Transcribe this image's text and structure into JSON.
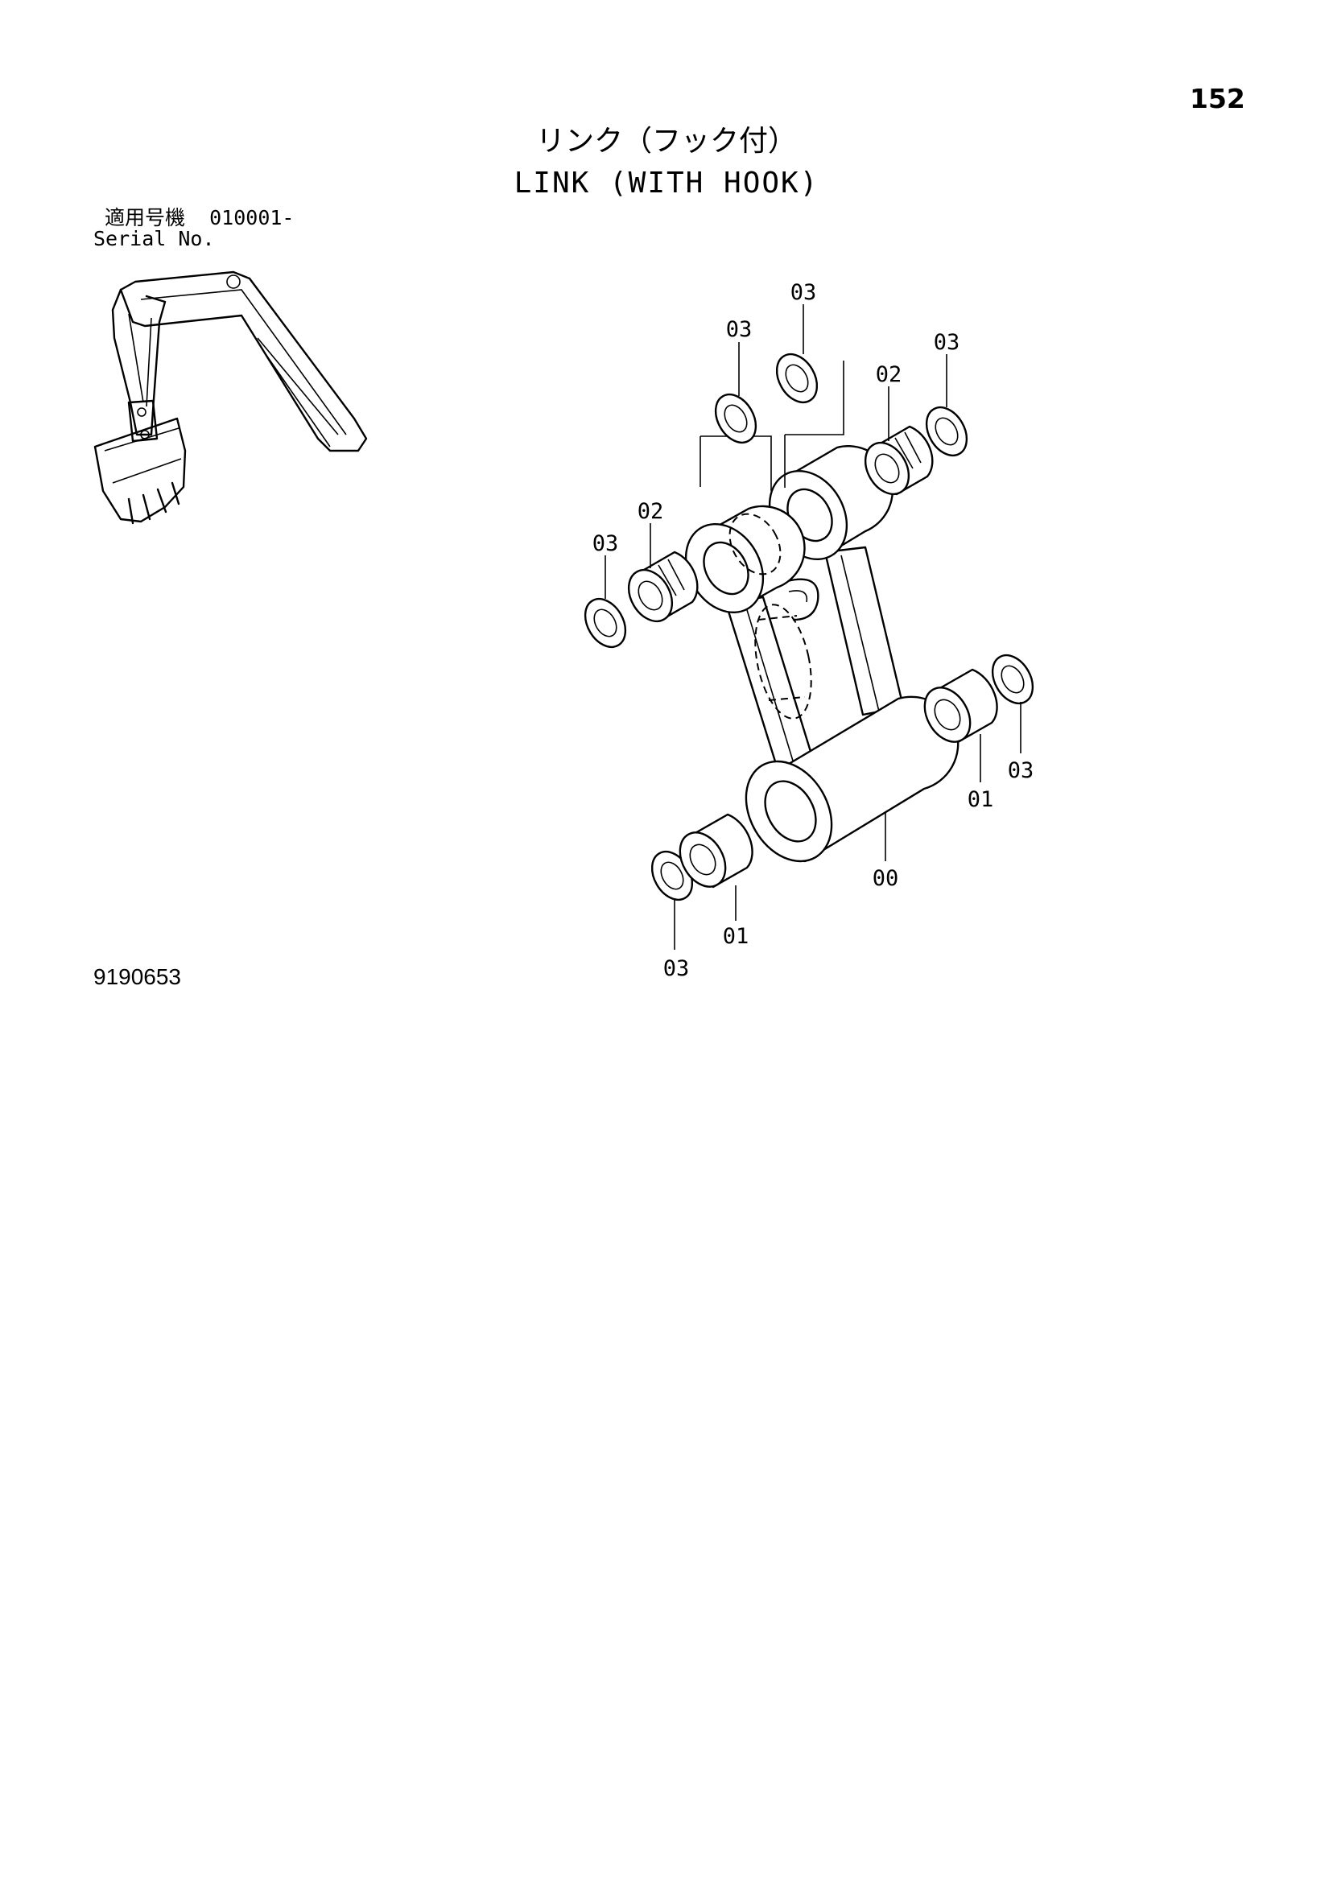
{
  "header": {
    "page_number": "152",
    "title_jp": "リンク（フック付）",
    "title_en": "LINK (WITH HOOK)"
  },
  "serial": {
    "label_jp": "適用号機",
    "range": "010001-",
    "label_en": "Serial No."
  },
  "figure_code": "9190653",
  "callouts": {
    "c1": "03",
    "c2": "03",
    "c3": "03",
    "c4": "02",
    "c5": "02",
    "c6": "03",
    "c7": "03",
    "c8": "01",
    "c9": "00",
    "c10": "01",
    "c11": "03"
  }
}
